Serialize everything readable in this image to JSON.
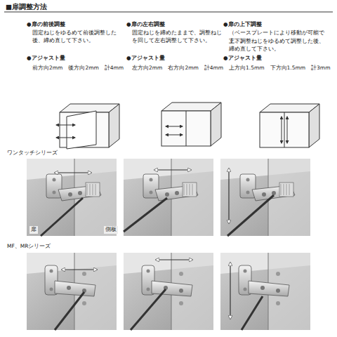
{
  "diagram": {
    "title": "■扉調整方法",
    "labels": [
      "●扉の前後調整",
      "固定ねじをゆるめて前後調整した後、締め直して下さい。",
      "●アジャスト量",
      "前方向2mm　後方向2mm　計4mm",
      "●扉の左右調整",
      "固定ねじを締めたままで、調整ねじを回して左右調整して下さい。",
      "●アジャスト量",
      "左方向2mm　右方向2mm　計4mm",
      "●扉の上下調整",
      "（ベースプレートにより移動が可能です。）",
      "上下調整ねじをゆるめて調整した後、締め直して下さい。",
      "●アジャスト量",
      "上方向1.5mm　下方向1.5mm　計3mm",
      "ワンタッチシリーズ",
      "扉",
      "側板",
      "MF、MRシリーズ"
    ]
  }
}
